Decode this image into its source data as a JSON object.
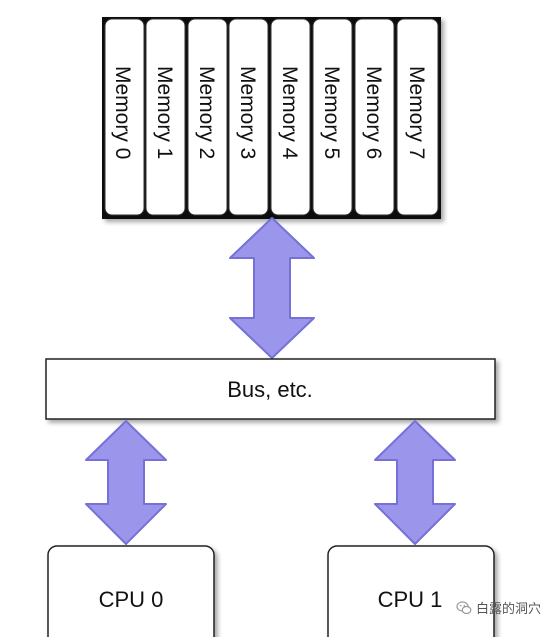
{
  "memory": {
    "banks": [
      "Memory 0",
      "Memory 1",
      "Memory 2",
      "Memory 3",
      "Memory 4",
      "Memory 5",
      "Memory 6",
      "Memory 7"
    ]
  },
  "bus": {
    "label": "Bus, etc."
  },
  "cpus": [
    {
      "label": "CPU 0"
    },
    {
      "label": "CPU 1"
    }
  ],
  "watermark": {
    "text": "白露的洞穴",
    "icon": "wechat-icon"
  },
  "colors": {
    "arrow_fill": "#9b95ec",
    "arrow_stroke": "#7770d6",
    "box_stroke": "#222222"
  }
}
